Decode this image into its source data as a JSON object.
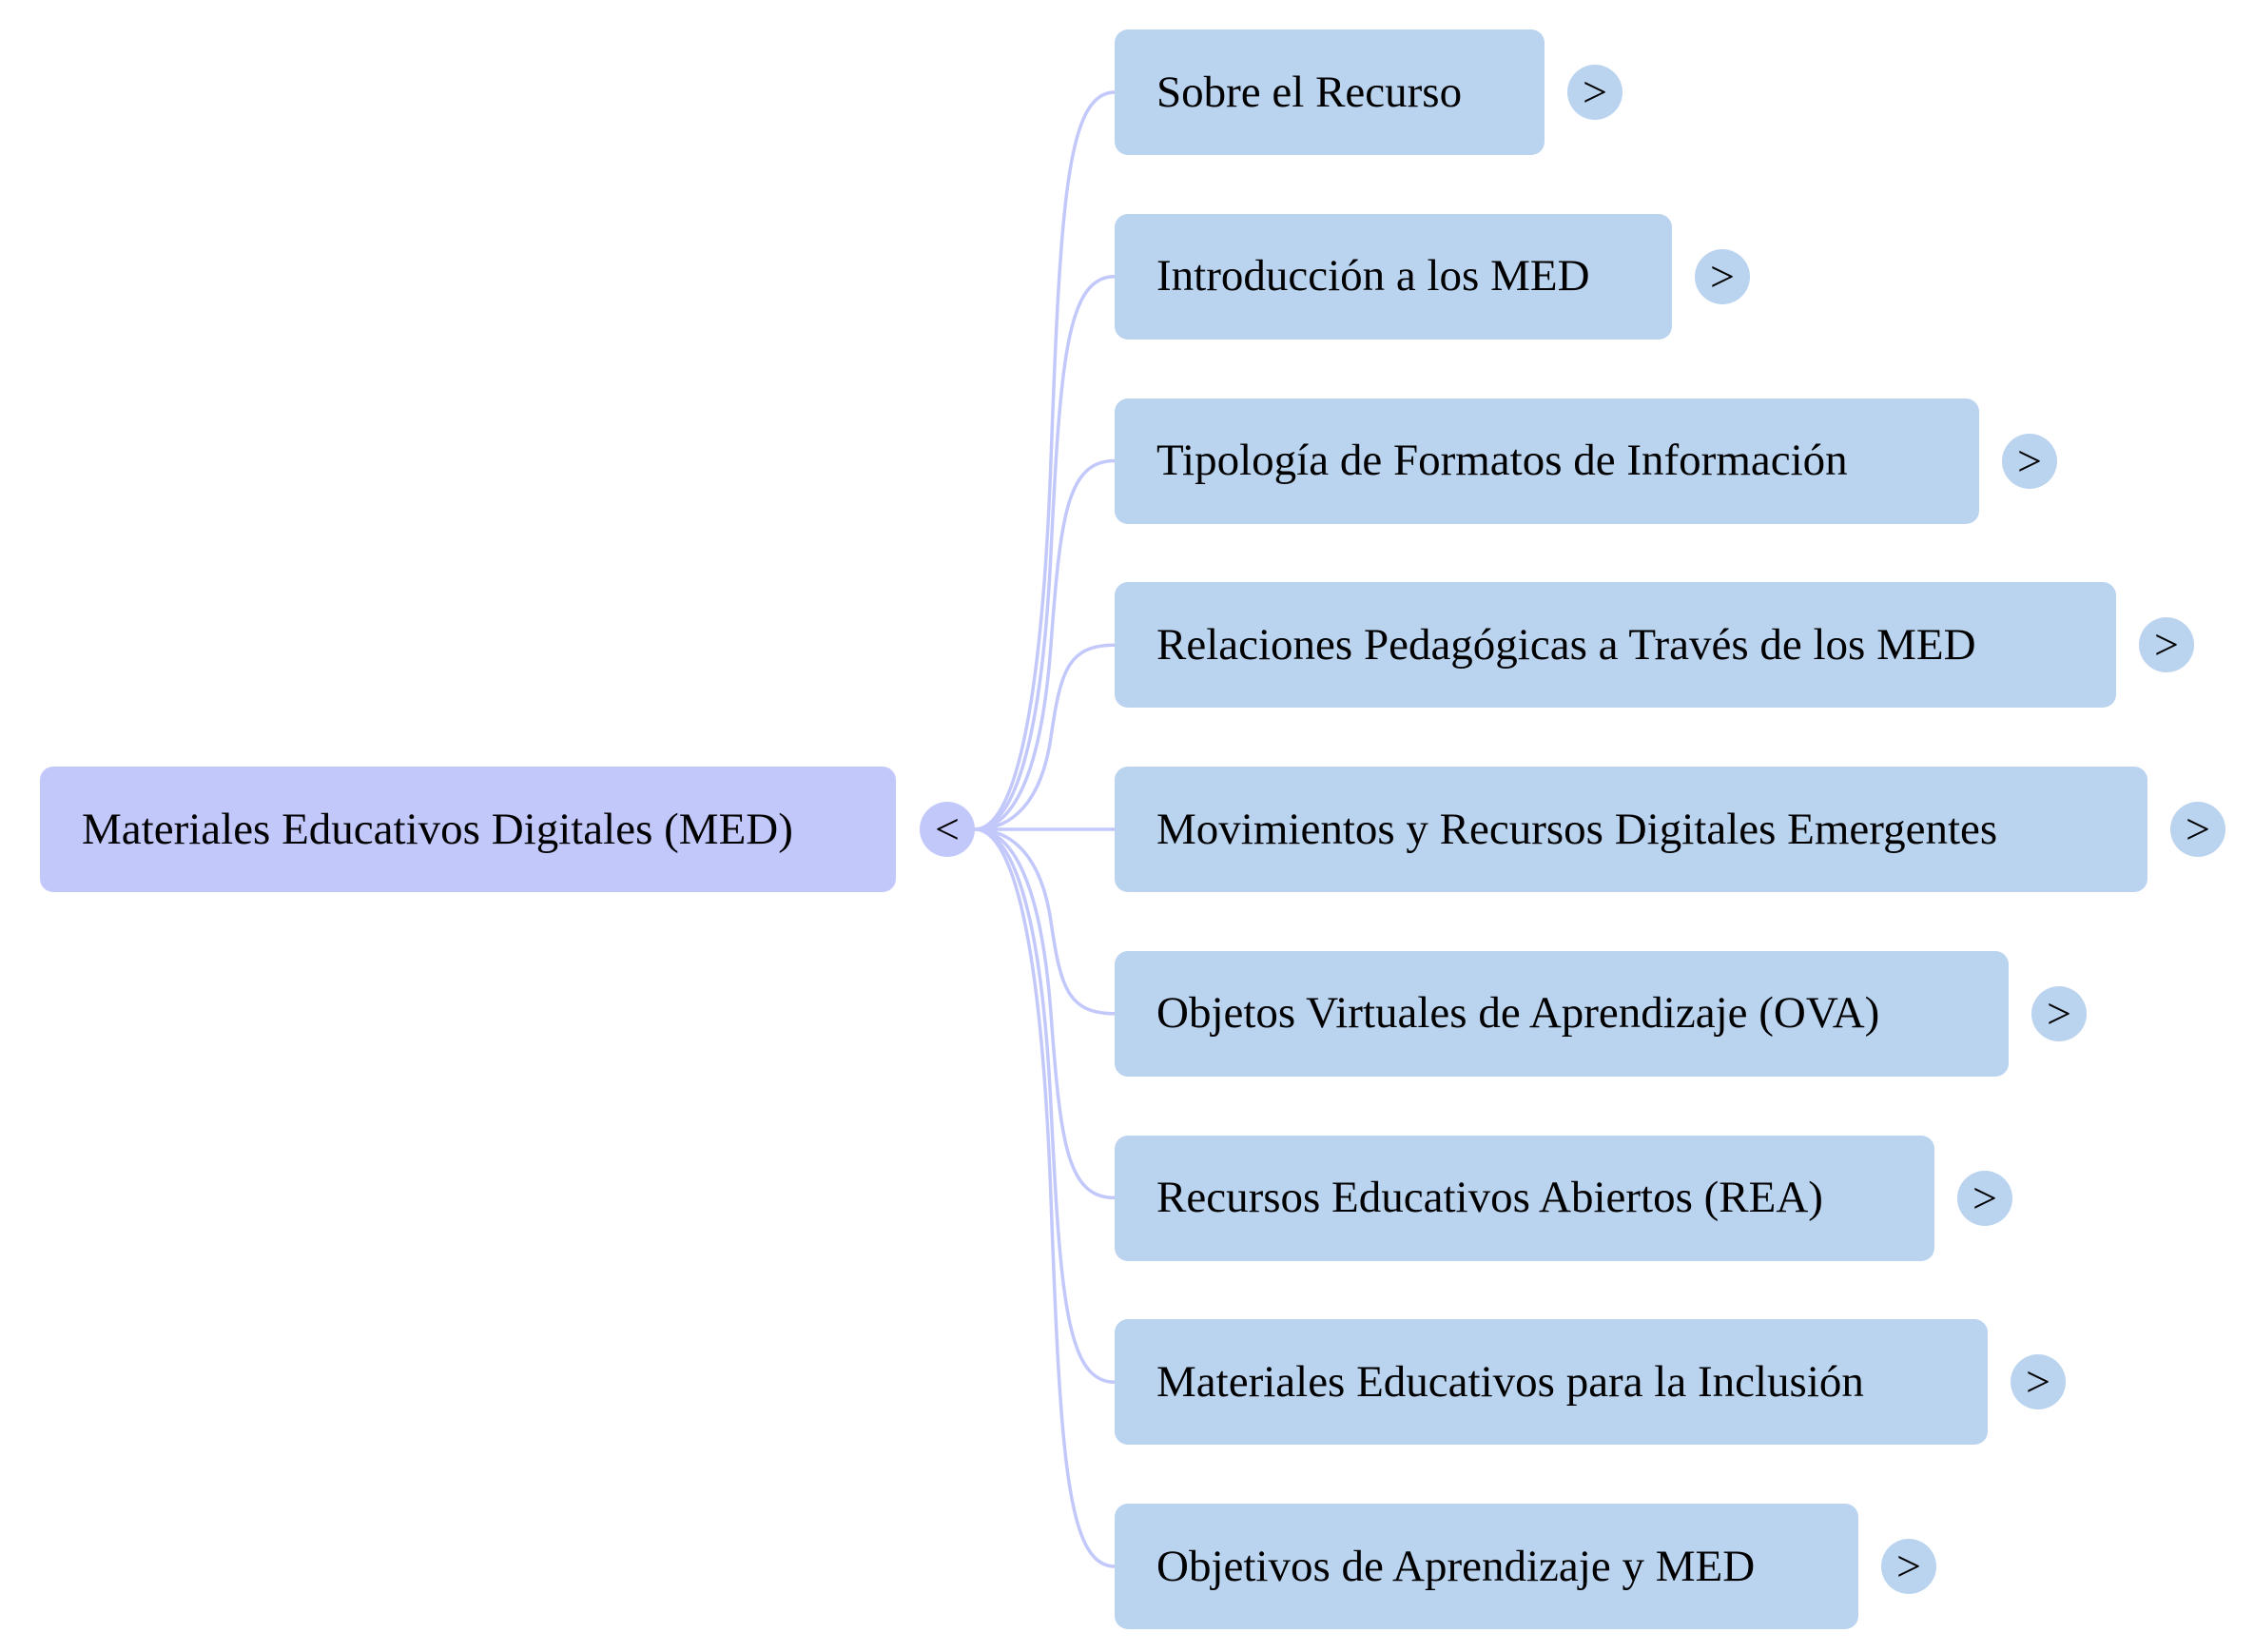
{
  "colors": {
    "root_fill": "#c3c8fb",
    "child_fill": "#bad3ef",
    "link_stroke": "#c3c8fb",
    "text": "#000000",
    "background": "#ffffff"
  },
  "root": {
    "label": "Materiales Educativos Digitales (MED)",
    "toggle": "<",
    "toggle_icon": "collapse-toggle"
  },
  "children": [
    {
      "label": "Sobre el Recurso",
      "toggle": ">"
    },
    {
      "label": "Introducción a los MED",
      "toggle": ">"
    },
    {
      "label": "Tipología de Formatos de Información",
      "toggle": ">"
    },
    {
      "label": "Relaciones Pedagógicas a Través de los MED",
      "toggle": ">"
    },
    {
      "label": "Movimientos y Recursos Digitales Emergentes",
      "toggle": ">"
    },
    {
      "label": "Objetos Virtuales de Aprendizaje (OVA)",
      "toggle": ">"
    },
    {
      "label": "Recursos Educativos Abiertos (REA)",
      "toggle": ">"
    },
    {
      "label": "Materiales Educativos para la Inclusión",
      "toggle": ">"
    },
    {
      "label": "Objetivos de Aprendizaje y MED",
      "toggle": ">"
    }
  ]
}
